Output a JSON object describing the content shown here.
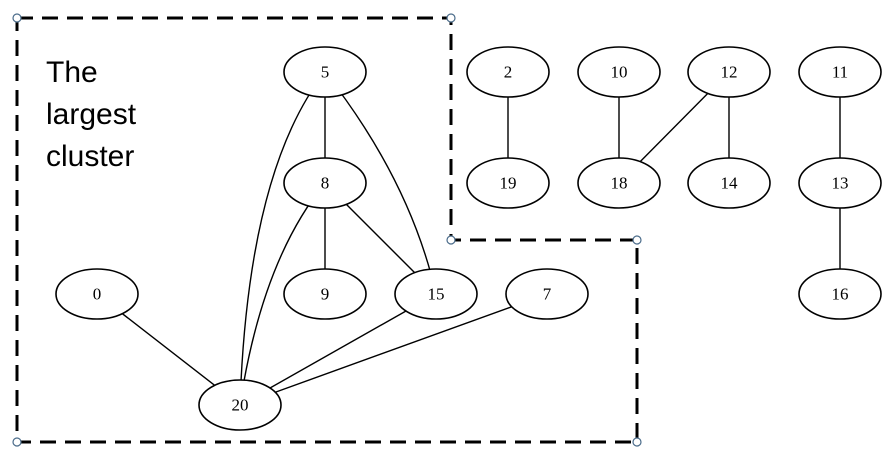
{
  "annotation": {
    "lines": [
      "The",
      "largest",
      "cluster"
    ]
  },
  "graph": {
    "nodes": [
      "5",
      "2",
      "10",
      "12",
      "11",
      "8",
      "19",
      "18",
      "14",
      "13",
      "0",
      "9",
      "15",
      "7",
      "16",
      "20"
    ],
    "edges": [
      [
        "5",
        "8"
      ],
      [
        "5",
        "20"
      ],
      [
        "5",
        "15"
      ],
      [
        "8",
        "9"
      ],
      [
        "8",
        "15"
      ],
      [
        "8",
        "20"
      ],
      [
        "0",
        "20"
      ],
      [
        "15",
        "20"
      ],
      [
        "7",
        "20"
      ],
      [
        "2",
        "19"
      ],
      [
        "10",
        "18"
      ],
      [
        "12",
        "18"
      ],
      [
        "12",
        "14"
      ],
      [
        "11",
        "13"
      ],
      [
        "13",
        "16"
      ]
    ],
    "largest_cluster": [
      "5",
      "8",
      "9",
      "15",
      "0",
      "7",
      "20"
    ]
  }
}
